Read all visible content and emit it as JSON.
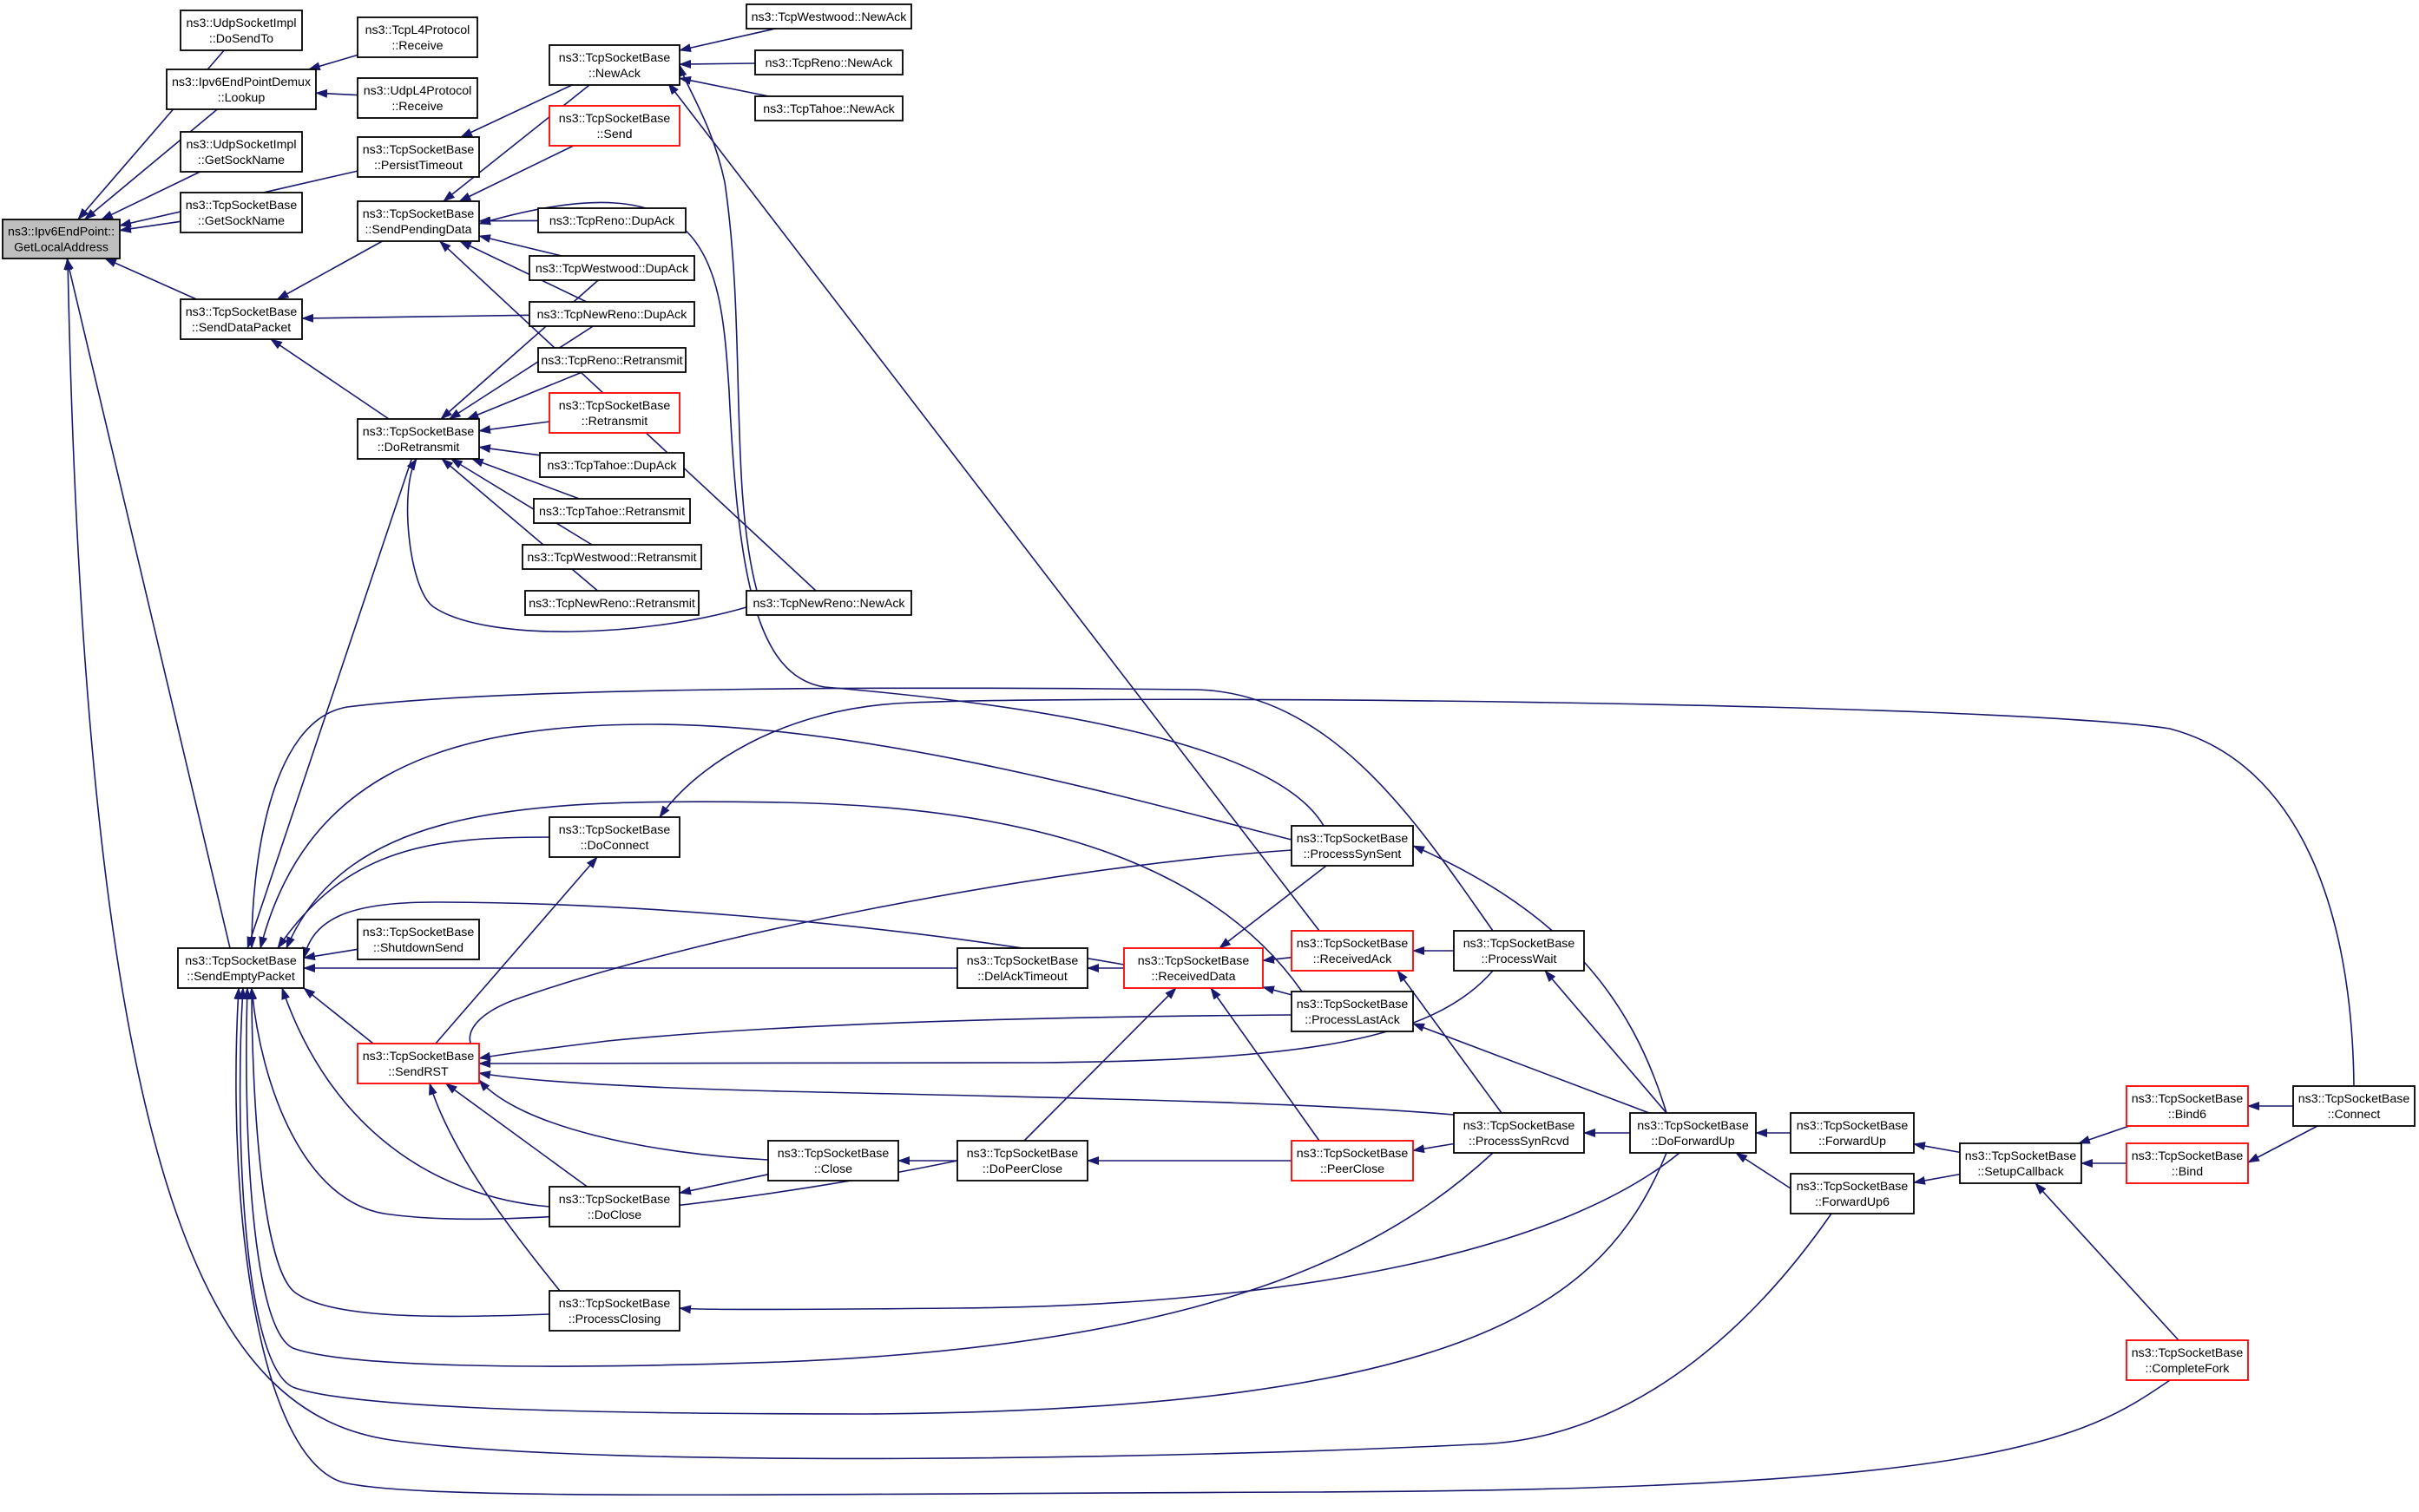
{
  "colors": {
    "edge": "#191970",
    "border_normal": "#000000",
    "border_truncated": "#ff0000",
    "focus_fill": "#bfbfbf",
    "fill": "#ffffff"
  },
  "nodes": [
    {
      "id": "getlocal",
      "label": [
        "ns3::Ipv6EndPoint::",
        "GetLocalAddress"
      ],
      "style": "focus"
    },
    {
      "id": "udp_dosendto",
      "label": [
        "ns3::UdpSocketImpl",
        "::DoSendTo"
      ],
      "style": "normal"
    },
    {
      "id": "demux_lookup",
      "label": [
        "ns3::Ipv6EndPointDemux",
        "::Lookup"
      ],
      "style": "normal"
    },
    {
      "id": "tcpl4_receive",
      "label": [
        "ns3::TcpL4Protocol",
        "::Receive"
      ],
      "style": "normal"
    },
    {
      "id": "udpl4_receive",
      "label": [
        "ns3::UdpL4Protocol",
        "::Receive"
      ],
      "style": "normal"
    },
    {
      "id": "udp_getsockname",
      "label": [
        "ns3::UdpSocketImpl",
        "::GetSockName"
      ],
      "style": "normal"
    },
    {
      "id": "tcp_getsockname",
      "label": [
        "ns3::TcpSocketBase",
        "::GetSockName"
      ],
      "style": "normal"
    },
    {
      "id": "persisttimeout",
      "label": [
        "ns3::TcpSocketBase",
        "::PersistTimeout"
      ],
      "style": "normal"
    },
    {
      "id": "sendpending",
      "label": [
        "ns3::TcpSocketBase",
        "::SendPendingData"
      ],
      "style": "normal"
    },
    {
      "id": "senddatapacket",
      "label": [
        "ns3::TcpSocketBase",
        "::SendDataPacket"
      ],
      "style": "normal"
    },
    {
      "id": "doretransmit",
      "label": [
        "ns3::TcpSocketBase",
        "::DoRetransmit"
      ],
      "style": "normal"
    },
    {
      "id": "newack",
      "label": [
        "ns3::TcpSocketBase",
        "::NewAck"
      ],
      "style": "normal"
    },
    {
      "id": "tcpsend",
      "label": [
        "ns3::TcpSocketBase",
        "::Send"
      ],
      "style": "truncated"
    },
    {
      "id": "westwood_newack",
      "label": [
        "ns3::TcpWestwood::NewAck"
      ],
      "style": "normal"
    },
    {
      "id": "reno_newack",
      "label": [
        "ns3::TcpReno::NewAck"
      ],
      "style": "normal"
    },
    {
      "id": "tahoe_newack",
      "label": [
        "ns3::TcpTahoe::NewAck"
      ],
      "style": "normal"
    },
    {
      "id": "reno_dupack",
      "label": [
        "ns3::TcpReno::DupAck"
      ],
      "style": "normal"
    },
    {
      "id": "westwood_dupack",
      "label": [
        "ns3::TcpWestwood::DupAck"
      ],
      "style": "normal"
    },
    {
      "id": "newreno_dupack",
      "label": [
        "ns3::TcpNewReno::DupAck"
      ],
      "style": "normal"
    },
    {
      "id": "reno_retransmit",
      "label": [
        "ns3::TcpReno::Retransmit"
      ],
      "style": "normal"
    },
    {
      "id": "base_retransmit",
      "label": [
        "ns3::TcpSocketBase",
        "::Retransmit"
      ],
      "style": "truncated"
    },
    {
      "id": "tahoe_dupack",
      "label": [
        "ns3::TcpTahoe::DupAck"
      ],
      "style": "normal"
    },
    {
      "id": "tahoe_retransmit",
      "label": [
        "ns3::TcpTahoe::Retransmit"
      ],
      "style": "normal"
    },
    {
      "id": "westwood_retransmit",
      "label": [
        "ns3::TcpWestwood::Retransmit"
      ],
      "style": "normal"
    },
    {
      "id": "newreno_retransmit",
      "label": [
        "ns3::TcpNewReno::Retransmit"
      ],
      "style": "normal"
    },
    {
      "id": "newreno_newack",
      "label": [
        "ns3::TcpNewReno::NewAck"
      ],
      "style": "normal"
    },
    {
      "id": "sendempty",
      "label": [
        "ns3::TcpSocketBase",
        "::SendEmptyPacket"
      ],
      "style": "normal"
    },
    {
      "id": "doconnect",
      "label": [
        "ns3::TcpSocketBase",
        "::DoConnect"
      ],
      "style": "normal"
    },
    {
      "id": "shutdownsend",
      "label": [
        "ns3::TcpSocketBase",
        "::ShutdownSend"
      ],
      "style": "normal"
    },
    {
      "id": "delacktimeout",
      "label": [
        "ns3::TcpSocketBase",
        "::DelAckTimeout"
      ],
      "style": "normal"
    },
    {
      "id": "sendrst",
      "label": [
        "ns3::TcpSocketBase",
        "::SendRST"
      ],
      "style": "truncated"
    },
    {
      "id": "receiveddata",
      "label": [
        "ns3::TcpSocketBase",
        "::ReceivedData"
      ],
      "style": "truncated"
    },
    {
      "id": "receivedack",
      "label": [
        "ns3::TcpSocketBase",
        "::ReceivedAck"
      ],
      "style": "truncated"
    },
    {
      "id": "processsynsent",
      "label": [
        "ns3::TcpSocketBase",
        "::ProcessSynSent"
      ],
      "style": "normal"
    },
    {
      "id": "processwait",
      "label": [
        "ns3::TcpSocketBase",
        "::ProcessWait"
      ],
      "style": "normal"
    },
    {
      "id": "processlastack",
      "label": [
        "ns3::TcpSocketBase",
        "::ProcessLastAck"
      ],
      "style": "normal"
    },
    {
      "id": "close",
      "label": [
        "ns3::TcpSocketBase",
        "::Close"
      ],
      "style": "normal"
    },
    {
      "id": "dopeerclose",
      "label": [
        "ns3::TcpSocketBase",
        "::DoPeerClose"
      ],
      "style": "normal"
    },
    {
      "id": "peerclose",
      "label": [
        "ns3::TcpSocketBase",
        "::PeerClose"
      ],
      "style": "truncated"
    },
    {
      "id": "processsynrcvd",
      "label": [
        "ns3::TcpSocketBase",
        "::ProcessSynRcvd"
      ],
      "style": "normal"
    },
    {
      "id": "doforwardup",
      "label": [
        "ns3::TcpSocketBase",
        "::DoForwardUp"
      ],
      "style": "normal"
    },
    {
      "id": "doclose",
      "label": [
        "ns3::TcpSocketBase",
        "::DoClose"
      ],
      "style": "normal"
    },
    {
      "id": "processclosing",
      "label": [
        "ns3::TcpSocketBase",
        "::ProcessClosing"
      ],
      "style": "normal"
    },
    {
      "id": "forwardup",
      "label": [
        "ns3::TcpSocketBase",
        "::ForwardUp"
      ],
      "style": "normal"
    },
    {
      "id": "forwardup6",
      "label": [
        "ns3::TcpSocketBase",
        "::ForwardUp6"
      ],
      "style": "normal"
    },
    {
      "id": "setupcallback",
      "label": [
        "ns3::TcpSocketBase",
        "::SetupCallback"
      ],
      "style": "normal"
    },
    {
      "id": "bind6",
      "label": [
        "ns3::TcpSocketBase",
        "::Bind6"
      ],
      "style": "truncated"
    },
    {
      "id": "bind",
      "label": [
        "ns3::TcpSocketBase",
        "::Bind"
      ],
      "style": "truncated"
    },
    {
      "id": "connect",
      "label": [
        "ns3::TcpSocketBase",
        "::Connect"
      ],
      "style": "normal"
    },
    {
      "id": "completefork",
      "label": [
        "ns3::TcpSocketBase",
        "::CompleteFork"
      ],
      "style": "truncated"
    }
  ],
  "edges": [
    [
      "udp_dosendto",
      "getlocal"
    ],
    [
      "demux_lookup",
      "getlocal"
    ],
    [
      "udp_getsockname",
      "getlocal"
    ],
    [
      "tcp_getsockname",
      "getlocal"
    ],
    [
      "persisttimeout",
      "getlocal"
    ],
    [
      "senddatapacket",
      "getlocal"
    ],
    [
      "sendempty",
      "getlocal"
    ],
    [
      "forwardup6",
      "getlocal"
    ],
    [
      "tcpl4_receive",
      "demux_lookup"
    ],
    [
      "udpl4_receive",
      "demux_lookup"
    ],
    [
      "newack",
      "persisttimeout"
    ],
    [
      "sendpending",
      "senddatapacket"
    ],
    [
      "doretransmit",
      "senddatapacket"
    ],
    [
      "newreno_dupack",
      "senddatapacket"
    ],
    [
      "newack",
      "sendpending"
    ],
    [
      "tcpsend",
      "sendpending"
    ],
    [
      "reno_dupack",
      "sendpending"
    ],
    [
      "westwood_dupack",
      "sendpending"
    ],
    [
      "newreno_dupack",
      "sendpending"
    ],
    [
      "newreno_newack",
      "sendpending"
    ],
    [
      "processsynsent",
      "sendpending"
    ],
    [
      "westwood_newack",
      "newack"
    ],
    [
      "reno_newack",
      "newack"
    ],
    [
      "tahoe_newack",
      "newack"
    ],
    [
      "newreno_newack",
      "newack"
    ],
    [
      "receivedack",
      "newack"
    ],
    [
      "westwood_dupack",
      "doretransmit"
    ],
    [
      "newreno_dupack",
      "doretransmit"
    ],
    [
      "reno_retransmit",
      "doretransmit"
    ],
    [
      "base_retransmit",
      "doretransmit"
    ],
    [
      "tahoe_dupack",
      "doretransmit"
    ],
    [
      "tahoe_retransmit",
      "doretransmit"
    ],
    [
      "westwood_retransmit",
      "doretransmit"
    ],
    [
      "newreno_retransmit",
      "doretransmit"
    ],
    [
      "newreno_newack",
      "doretransmit"
    ],
    [
      "doretransmit",
      "sendempty"
    ],
    [
      "processwait",
      "sendempty"
    ],
    [
      "processsynsent",
      "sendempty"
    ],
    [
      "doconnect",
      "sendempty"
    ],
    [
      "processlastack",
      "sendempty"
    ],
    [
      "receiveddata",
      "sendempty"
    ],
    [
      "shutdownsend",
      "sendempty"
    ],
    [
      "delacktimeout",
      "sendempty"
    ],
    [
      "sendrst",
      "sendempty"
    ],
    [
      "doclose",
      "sendempty"
    ],
    [
      "dopeerclose",
      "sendempty"
    ],
    [
      "processclosing",
      "sendempty"
    ],
    [
      "processsynrcvd",
      "sendempty"
    ],
    [
      "doforwardup",
      "sendempty"
    ],
    [
      "completefork",
      "sendempty"
    ],
    [
      "connect",
      "doconnect"
    ],
    [
      "sendrst",
      "doconnect"
    ],
    [
      "receiveddata",
      "delacktimeout"
    ],
    [
      "processsynsent",
      "sendrst"
    ],
    [
      "processlastack",
      "sendrst"
    ],
    [
      "processwait",
      "sendrst"
    ],
    [
      "processsynrcvd",
      "sendrst"
    ],
    [
      "close",
      "sendrst"
    ],
    [
      "doclose",
      "sendrst"
    ],
    [
      "processclosing",
      "sendrst"
    ],
    [
      "processsynsent",
      "receiveddata"
    ],
    [
      "receivedack",
      "receiveddata"
    ],
    [
      "processlastack",
      "receiveddata"
    ],
    [
      "dopeerclose",
      "receiveddata"
    ],
    [
      "peerclose",
      "receiveddata"
    ],
    [
      "processwait",
      "receivedack"
    ],
    [
      "processsynrcvd",
      "receivedack"
    ],
    [
      "doforwardup",
      "processsynsent"
    ],
    [
      "doforwardup",
      "processwait"
    ],
    [
      "doforwardup",
      "processlastack"
    ],
    [
      "close",
      "doclose"
    ],
    [
      "dopeerclose",
      "close"
    ],
    [
      "peerclose",
      "dopeerclose"
    ],
    [
      "processsynrcvd",
      "peerclose"
    ],
    [
      "doforwardup",
      "processsynrcvd"
    ],
    [
      "doforwardup",
      "processclosing"
    ],
    [
      "forwardup",
      "doforwardup"
    ],
    [
      "forwardup6",
      "doforwardup"
    ],
    [
      "setupcallback",
      "forwardup"
    ],
    [
      "setupcallback",
      "forwardup6"
    ],
    [
      "bind6",
      "setupcallback"
    ],
    [
      "bind",
      "setupcallback"
    ],
    [
      "completefork",
      "setupcallback"
    ],
    [
      "connect",
      "bind6"
    ],
    [
      "connect",
      "bind"
    ]
  ]
}
